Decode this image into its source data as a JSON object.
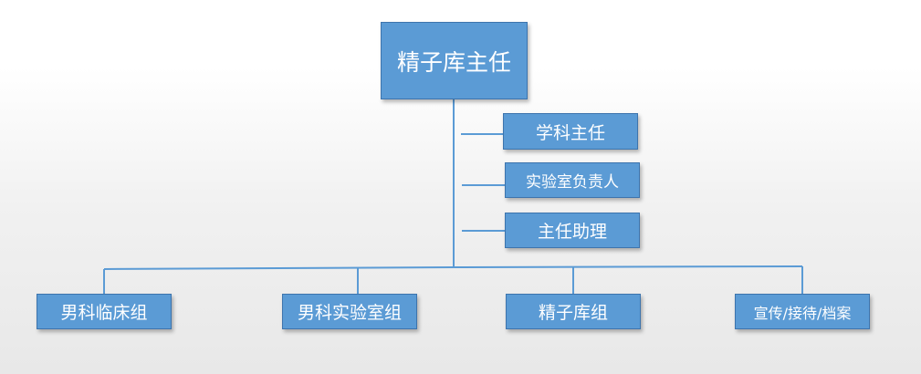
{
  "diagram": {
    "colors": {
      "box_fill": "#5b9bd5",
      "box_border": "#3d74ad",
      "text": "#ffffff",
      "connector": "#5b9bd5"
    },
    "nodes": {
      "root": {
        "label": "精子库主任"
      },
      "discipline_director": {
        "label": "学科主任"
      },
      "lab_head": {
        "label": "实验室负责人"
      },
      "director_assistant": {
        "label": "主任助理"
      },
      "andrology_clinical_group": {
        "label": "男科临床组"
      },
      "andrology_lab_group": {
        "label": "男科实验室组"
      },
      "sperm_bank_group": {
        "label": "精子库组"
      },
      "publicity_group": {
        "label": "宣传/接待/档案"
      }
    },
    "edges": [
      {
        "from": "root",
        "to": "discipline_director"
      },
      {
        "from": "root",
        "to": "lab_head"
      },
      {
        "from": "root",
        "to": "director_assistant"
      },
      {
        "from": "root",
        "to": "andrology_clinical_group"
      },
      {
        "from": "root",
        "to": "andrology_lab_group"
      },
      {
        "from": "root",
        "to": "sperm_bank_group"
      },
      {
        "from": "root",
        "to": "publicity_group"
      }
    ]
  }
}
